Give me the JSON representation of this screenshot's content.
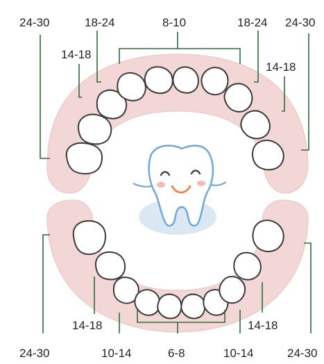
{
  "labels": {
    "top_far_left": "24-30",
    "top_left_18_24": "18-24",
    "top_center": "8-10",
    "top_right_18_24": "18-24",
    "top_far_right": "24-30",
    "top_left_14_18": "14-18",
    "top_right_14_18": "14-18",
    "bottom_left_14_18": "14-18",
    "bottom_right_14_18": "14-18",
    "bottom_far_left": "24-30",
    "bottom_left_10_14": "10-14",
    "bottom_center": "6-8",
    "bottom_right_10_14": "10-14",
    "bottom_far_right": "24-30"
  },
  "colors": {
    "gum": "#f3d6d6",
    "leader_line": "#2f6b3a",
    "tooth_outline": "#3a3a3a",
    "mascot_outline": "#6fa8d8",
    "mascot_shadow": "#dbe7f3",
    "smile": "#f07f3a",
    "cheek": "#f6b9b9"
  },
  "icons": {
    "mascot": "smiling-tooth-icon"
  }
}
